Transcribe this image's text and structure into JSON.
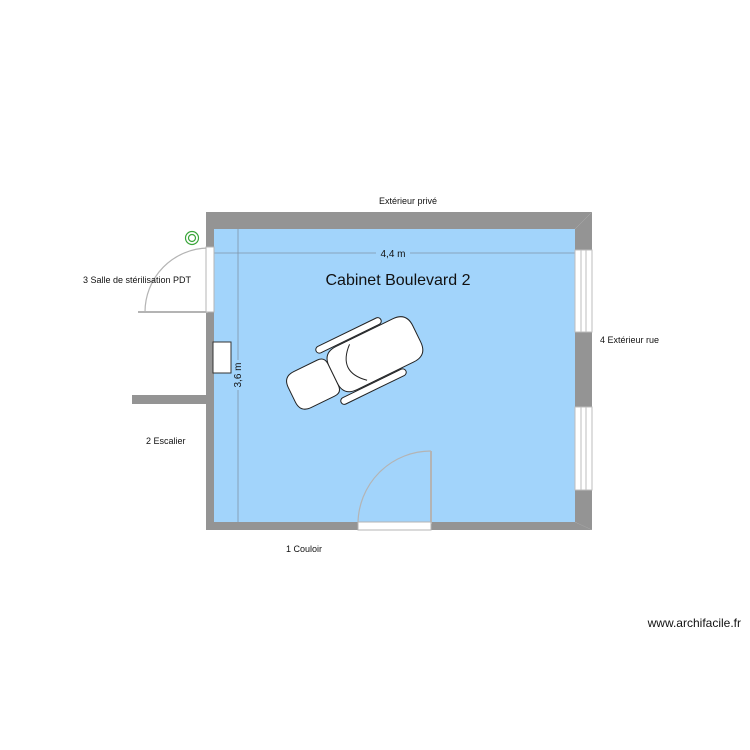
{
  "room": {
    "title": "Cabinet Boulevard 2",
    "dim_width": "4,4 m",
    "dim_height": "3,6 m"
  },
  "labels": {
    "top": "Extérieur privé",
    "right": "4 Extérieur rue",
    "left_top": "3 Salle de stérilisation PDT",
    "left_bottom": "2 Escalier",
    "bottom": "1 Couloir"
  },
  "watermark": "www.archifacile.fr",
  "colors": {
    "floor": "#a2d4fb",
    "wall": "#949494",
    "door": "#b4b4b4",
    "window": "#cfcfcf",
    "furniture": "#ffffff",
    "outline": "#222222",
    "sensor": "#3aa53a"
  },
  "icons": [
    "door-swing-icon",
    "window-icon",
    "dental-chair-icon",
    "sink-icon",
    "sensor-icon"
  ]
}
